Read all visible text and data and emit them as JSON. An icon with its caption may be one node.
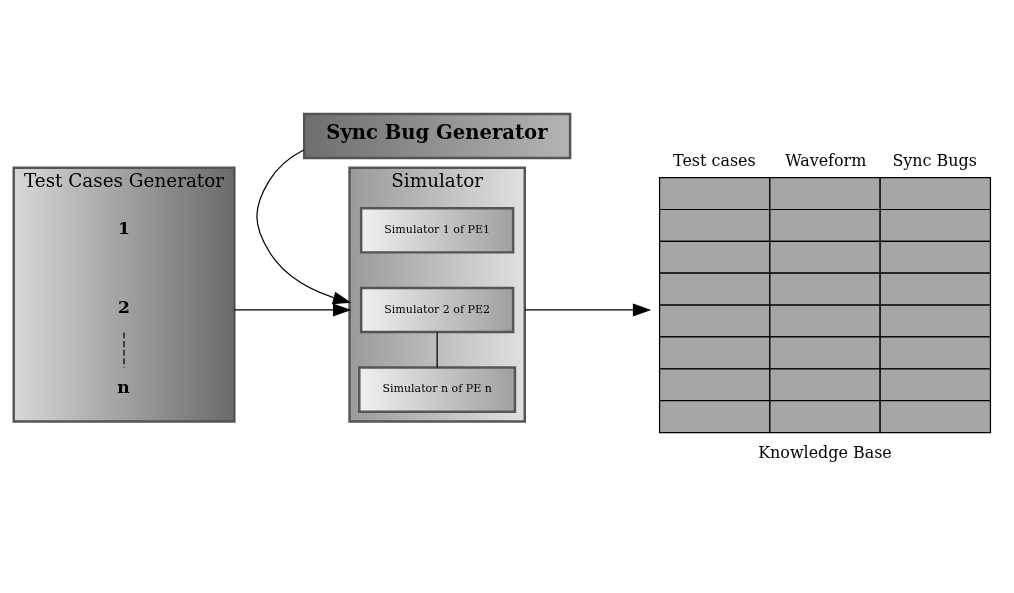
{
  "diagram": {
    "nodes": [
      {
        "text": [
          "Test Cases Generator"
        ]
      },
      {
        "text": [
          "1"
        ],
        "in": 0
      },
      {
        "text": [
          "2"
        ],
        "in": 0
      },
      {
        "text": [
          "n"
        ],
        "in": 0
      },
      {
        "text": [
          "Simulator"
        ]
      },
      {
        "text": [
          "Simulator 1 of PE1"
        ],
        "in": 4
      },
      {
        "text": [
          "Simulator 2 of PE2"
        ],
        "in": 4
      },
      {
        "text": [
          "Simulator n of PE n"
        ],
        "in": 4
      },
      {
        "text": [
          "Test cases",
          "Waveform",
          "Sync Bugs",
          "Knowledge Base"
        ]
      },
      {
        "text": [
          "Sync Bug Generator"
        ]
      }
    ],
    "edges": [
      {
        "from": 0,
        "to": 4,
        "arrow": "to"
      },
      {
        "from": 4,
        "to": 8,
        "arrow": "to"
      },
      {
        "from": 9,
        "to": 4,
        "arrow": "to"
      },
      {
        "from": 6,
        "to": 7,
        "arrow": "none"
      },
      {
        "from": 2,
        "to": 3,
        "arrow": "none",
        "style": "dashed"
      }
    ]
  }
}
